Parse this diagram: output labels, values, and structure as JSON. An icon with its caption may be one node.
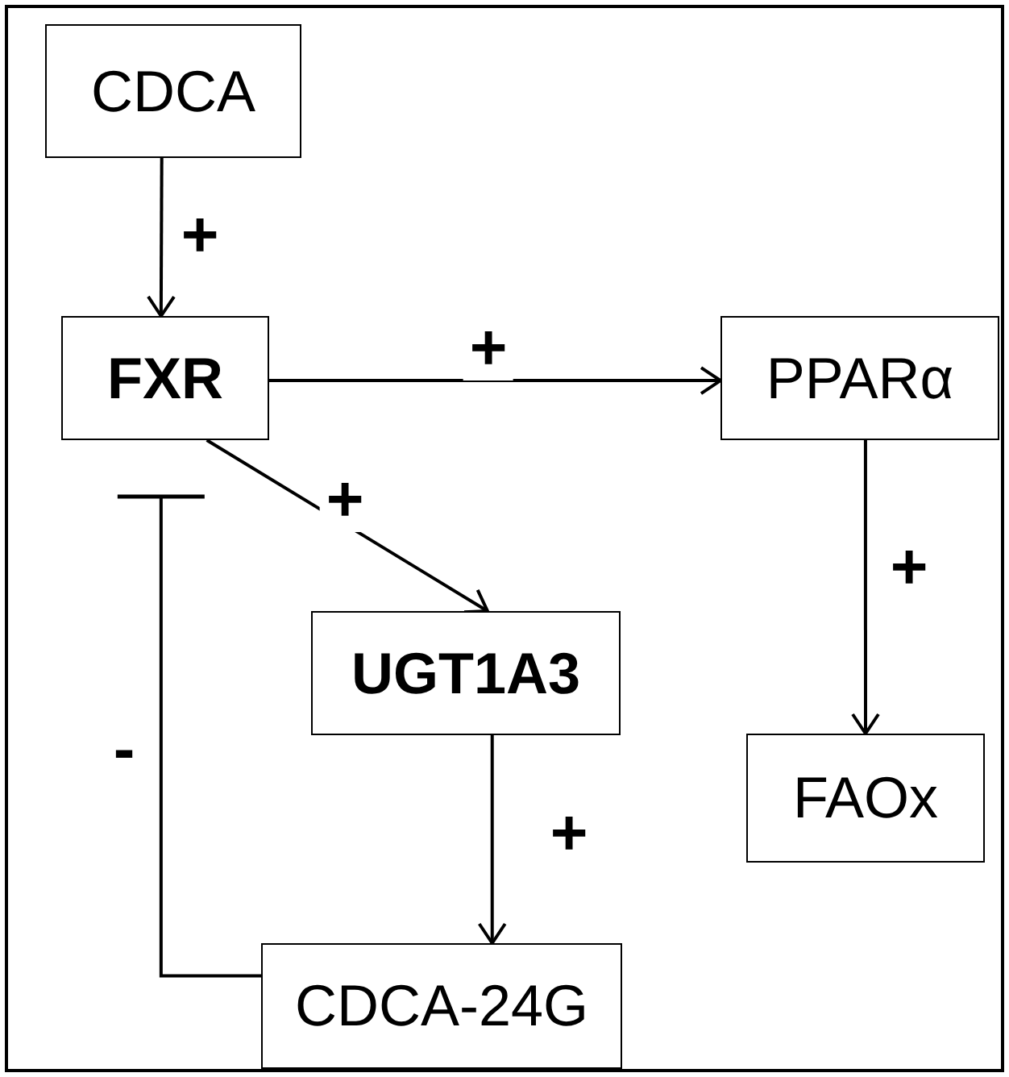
{
  "diagram": {
    "nodes": [
      {
        "text": [
          "CDCA"
        ]
      },
      {
        "text": [
          "FXR"
        ]
      },
      {
        "text": [
          "PPARα"
        ]
      },
      {
        "text": [
          "UGT1A3"
        ]
      },
      {
        "text": [
          "FAOx"
        ]
      },
      {
        "text": [
          "CDCA-24G"
        ]
      }
    ],
    "edges": [
      {
        "from": 0,
        "to": 1,
        "arrow": "to",
        "label": "+"
      },
      {
        "from": 1,
        "to": 2,
        "arrow": "to",
        "label": "+"
      },
      {
        "from": 1,
        "to": 3,
        "arrow": "to",
        "label": "+"
      },
      {
        "from": 2,
        "to": 4,
        "arrow": "to",
        "label": "+"
      },
      {
        "from": 3,
        "to": 5,
        "arrow": "to",
        "label": "+"
      },
      {
        "from": 5,
        "to": 1,
        "arrow": "other",
        "label": "-"
      }
    ]
  }
}
